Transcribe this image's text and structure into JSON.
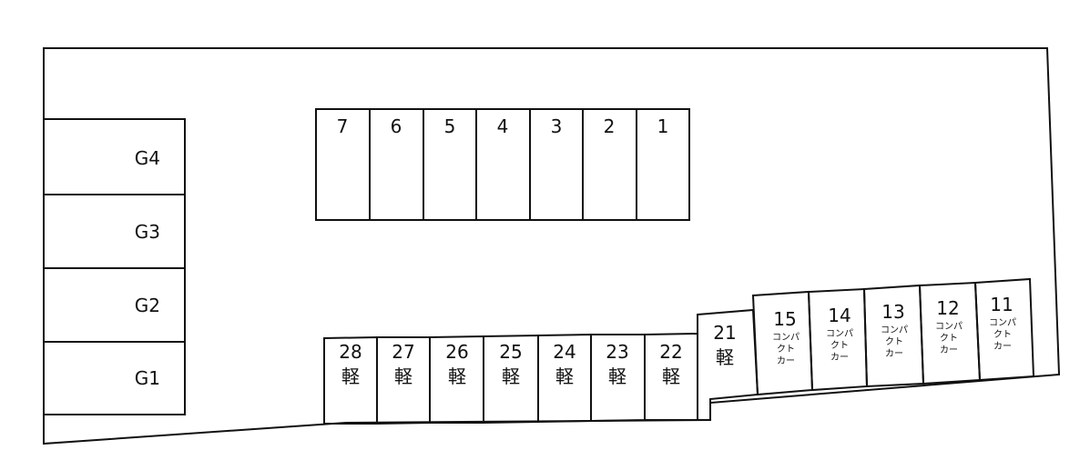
{
  "garages": [
    {
      "label": "G4"
    },
    {
      "label": "G3"
    },
    {
      "label": "G2"
    },
    {
      "label": "G1"
    }
  ],
  "top_spaces": [
    {
      "label": "7"
    },
    {
      "label": "6"
    },
    {
      "label": "5"
    },
    {
      "label": "4"
    },
    {
      "label": "3"
    },
    {
      "label": "2"
    },
    {
      "label": "1"
    }
  ],
  "kei_spaces": [
    {
      "label": "28",
      "type": "軽"
    },
    {
      "label": "27",
      "type": "軽"
    },
    {
      "label": "26",
      "type": "軽"
    },
    {
      "label": "25",
      "type": "軽"
    },
    {
      "label": "24",
      "type": "軽"
    },
    {
      "label": "23",
      "type": "軽"
    },
    {
      "label": "22",
      "type": "軽"
    },
    {
      "label": "21",
      "type": "軽"
    }
  ],
  "compact_spaces": [
    {
      "label": "15",
      "lines": [
        "コンパ",
        "クト",
        "カー"
      ]
    },
    {
      "label": "14",
      "lines": [
        "コンパ",
        "クト",
        "カー"
      ]
    },
    {
      "label": "13",
      "lines": [
        "コンパ",
        "クト",
        "カー"
      ]
    },
    {
      "label": "12",
      "lines": [
        "コンパ",
        "クト",
        "カー"
      ]
    },
    {
      "label": "11",
      "lines": [
        "コンパ",
        "クト",
        "カー"
      ]
    }
  ]
}
